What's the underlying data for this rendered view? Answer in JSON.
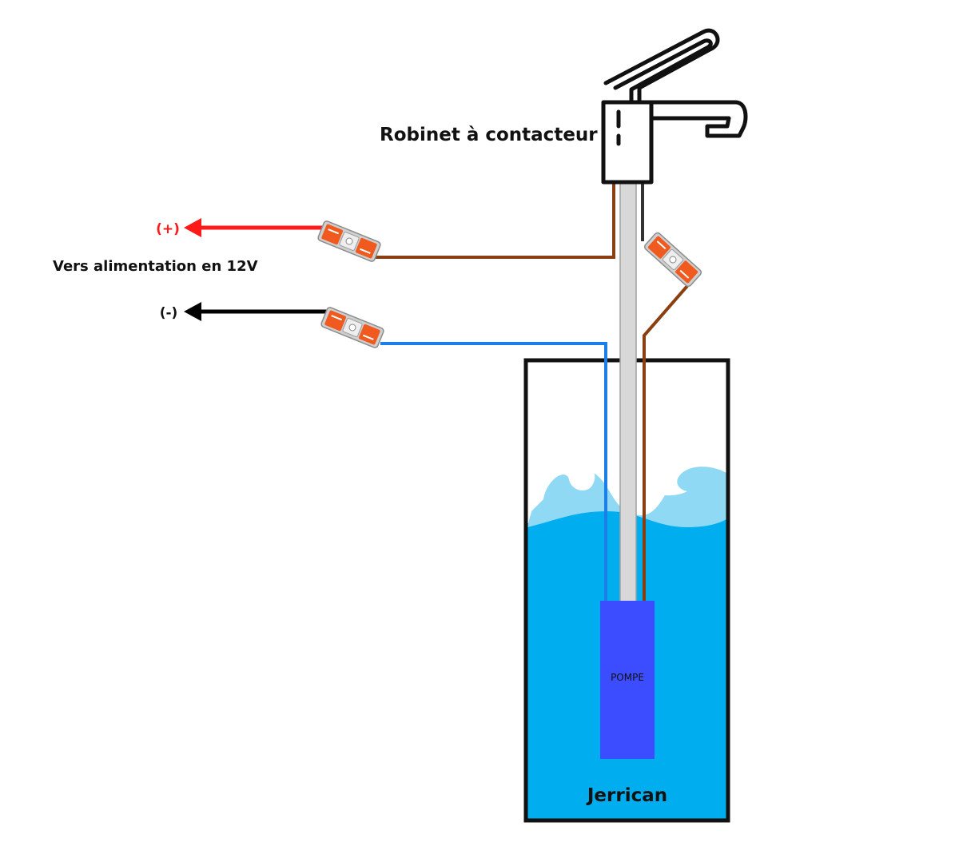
{
  "labels": {
    "faucet": "Robinet à contacteur",
    "supply": "Vers alimentation en 12V",
    "positive": "(+)",
    "negative": "(-)",
    "pump": "POMPE",
    "container": "Jerrican"
  },
  "colors": {
    "positive_wire": "#ff1a1a",
    "negative_wire": "#000000",
    "brown_wire": "#8b3f10",
    "blue_wire": "#1a7fe8",
    "pipe_fill": "#d8d8d8",
    "pipe_stroke": "#a0a0a0",
    "water": "#00aef0",
    "wave_light": "#8fd9f5",
    "pump_body": "#3c4dff",
    "outline": "#111111",
    "connector_orange": "#f05a1e"
  },
  "icons": {
    "faucet": "faucet-icon",
    "connector": "wago-connector-icon",
    "arrow": "arrow-left-icon"
  }
}
